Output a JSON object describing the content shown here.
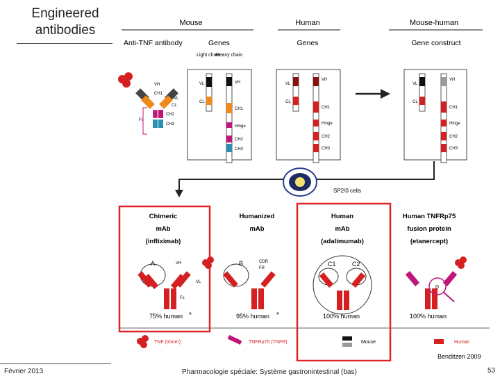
{
  "slide": {
    "title_line1": "Engineered",
    "title_line2": "antibodies",
    "footer_date": "Février 2013",
    "footer_course": "Pharmacologie spéciale: Système gastronintestinal (bas)",
    "page_number": "53"
  },
  "figure": {
    "headers": {
      "mouse": "Mouse",
      "human": "Human",
      "mouse_human": "Mouse-human"
    },
    "subheaders": {
      "anti_tnf": "Anti-TNF antibody",
      "genes_mouse": "Genes",
      "genes_human": "Genes",
      "gene_construct": "Gene construct"
    },
    "light_chain": "Light chain",
    "heavy_chain": "Heavy chain",
    "labels": {
      "vh": "VH",
      "vl": "VL",
      "cl": "CL",
      "ch1": "CH1",
      "hinge": "Hinge",
      "ch2": "CH2",
      "ch3": "CH3",
      "fc": "Fc",
      "cdr": "CDR",
      "fr": "FR"
    },
    "cell_line": "SP2/0 cells",
    "products": [
      {
        "line1": "Chimeric",
        "line2": "mAb",
        "line3": "(infliximab)",
        "pct": "75% human",
        "letter": "A"
      },
      {
        "line1": "Humanized",
        "line2": "mAb",
        "line3": "",
        "pct": "95% human",
        "letter": "B"
      },
      {
        "line1": "Human",
        "line2": "mAb",
        "line3": "(adalimumab)",
        "pct": "100% human",
        "letter": "C1"
      },
      {
        "line1": "Human TNFRp75",
        "line2": "fusion protein",
        "line3": "(etanercept)",
        "pct": "100% human",
        "letter": "D"
      }
    ],
    "c2_letter": "C2",
    "legend": {
      "tnf": "TNF (trimer)",
      "tnfr": "TNFRp75 (TNFR)",
      "mouse": "Mouse",
      "human": "Human"
    },
    "credit": "Benditzen 2009",
    "colors": {
      "red": "#d42020",
      "highlight": "#e02424",
      "orange": "#f08a1c",
      "magenta": "#c0157a",
      "teal": "#2c8fb0",
      "black": "#111111",
      "grey": "#9a9a9a",
      "dark_red": "#8a1010"
    }
  }
}
